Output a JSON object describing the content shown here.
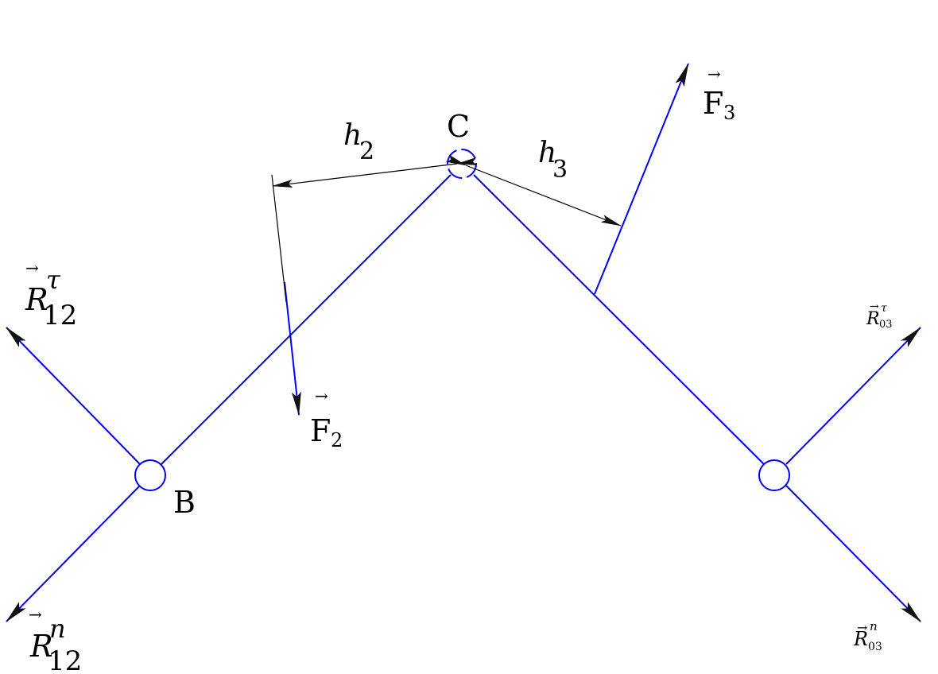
{
  "labels": {
    "point_b": "B",
    "point_c": "C",
    "h2": {
      "main": "h",
      "sub": "2"
    },
    "h3": {
      "main": "h",
      "sub": "3"
    },
    "f2": {
      "main": "F",
      "sub": "2"
    },
    "f3": {
      "main": "F",
      "sub": "3"
    },
    "r12_tau": {
      "main": "R",
      "sup": "τ",
      "sub": "12"
    },
    "r12_n": {
      "main": "R",
      "sup": "n",
      "sub": "12"
    },
    "r03_tau": {
      "main": "R",
      "sup": "τ",
      "sub": "03"
    },
    "r03_n": {
      "main": "R",
      "sup": "n",
      "sub": "03"
    }
  },
  "colors": {
    "structure": "#0000ff",
    "dimension": "#000000",
    "arrowhead": "#111111"
  }
}
